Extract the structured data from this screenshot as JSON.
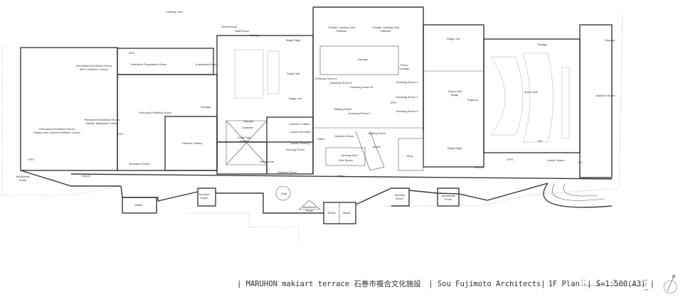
{
  "rooms": {
    "loading_yard": "Loading Yard",
    "guest_room": "Guest Room",
    "staff_room": "Staff Room",
    "storage_a": "Storage",
    "stage_right_small": "Stage Right",
    "eps_a": "EPS",
    "exhibition_prep": "Exhibition Preparation Room",
    "unpacking": "Unpacking Room",
    "perm_mori_1": "Permanent Exhibition Room",
    "perm_mori_2": "Mori Collection Corner",
    "small_hall": "Small Hall",
    "stage_left_small": "Stage Left",
    "temporal": "Temporal Exhibition Room",
    "storage_b": "Storage",
    "perm_history_1": "Permanent Exhibition Room",
    "perm_history_2": "History and Culture Exhibition Corner",
    "perm_ishi_1": "Permanent Exhibition Room",
    "perm_ishi_2": "Ishiichi Takahashi Corner",
    "ds2": "DS2",
    "citizens_gallery": "Citizens' Gallery",
    "research": "Research Room",
    "eps_b": "EPS",
    "windbreak_w_1": "Windbreak",
    "windbreak_w_2": "Room",
    "alcove_w": "Alcove",
    "theater_yard_1a": "Theater Loading Yard",
    "theater_yard_1b": "Platform",
    "theater_yard_2a": "Theater Loading Yard",
    "theater_yard_2b": "Platform",
    "storage_c": "Storage",
    "piano_1": "Piano",
    "piano_2": "Storage",
    "dressing_6": "Dressing Room 6",
    "dressing_5": "Dressing Room 5",
    "dressing_iii": "Dressing Room III",
    "dressing_2": "Dressing Room 2",
    "dressing_3": "Dressing Room 3",
    "dressing_4": "Dressing Room 4",
    "waiting_a": "Waiting Room",
    "dressing_ii": "Dressing Room II",
    "eps_c": "EPS",
    "storage_d": "Storage",
    "chamber": "Chamber",
    "small_hall_foyer_1": "Small Hall",
    "small_hall_foyer_2": "Foyer",
    "directors_office": "Director's Office",
    "locker_m": "Locker Room(M)",
    "locker_l": "Locker Room(L)",
    "nursing_room": "Nursing Room",
    "office": "Office",
    "machine_a": "Machine Room",
    "waiting_b": "Waiting Room",
    "studio_a": "Studio",
    "shop": "Shop",
    "nursing_area": "Nursing Area",
    "kids_space": "Kids Space",
    "kitchenette": "Kitchenette",
    "machine_b": "Machine Room",
    "lobby": "Lobby",
    "stage_left_grand": "Stage Left",
    "grand_stage_1": "Grand Hall",
    "grand_stage_2": "Stage",
    "trapdoor": "Trapdoor",
    "stage_right_grand": "Stage Right",
    "grand_hall": "Grand Hall",
    "storage_e": "Storage",
    "storage_f": "Storage",
    "machine_c": "Machine Room",
    "wc": "WC",
    "locker_space": "Locker Space",
    "eps_d": "EPS",
    "ev": "EV",
    "alcove_e": "Alcove",
    "seminar_a_1": "Seminar",
    "seminar_a_2": "Room",
    "atelier": "Atelier",
    "cafe": "Cafe",
    "windbreak_a_1": "Windbreak",
    "windbreak_a_2": "Room",
    "studio_b": "Studio",
    "studio_c": "Studio",
    "seminar_b_1": "Seminar",
    "seminar_b_2": "Room",
    "windbreak_b_1": "Windbreak",
    "windbreak_b_2": "Room"
  },
  "footer": {
    "project": "| MARUHON makiart terrace 石巻市複合文化施設",
    "architect": "| Sou Fujimoto Architects|",
    "plan": "1F Plan",
    "scale": "| S=1:500(A3) |"
  },
  "scale_bar": {
    "ticks": [
      "0",
      "1",
      "5",
      "10",
      "20"
    ],
    "unit": "(m)"
  },
  "north_arrow": {
    "label": "N"
  }
}
